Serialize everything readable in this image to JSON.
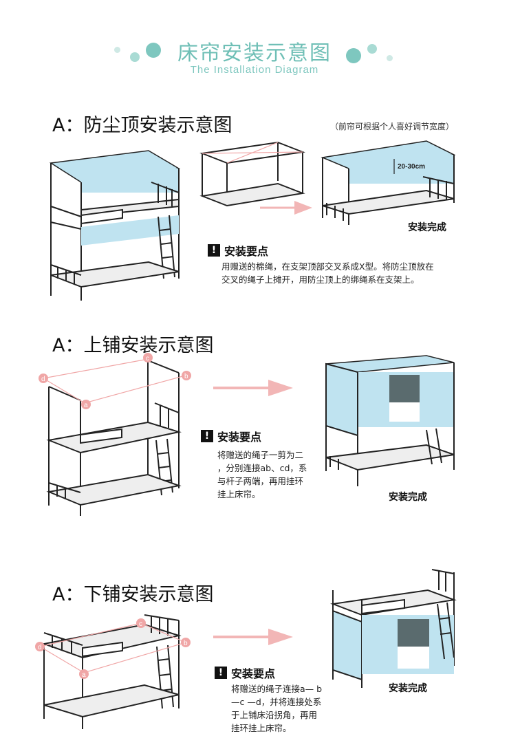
{
  "header": {
    "title": "床帘安装示意图",
    "subtitle": "The Installation Diagram",
    "dot_color_dark": "#7ec7bf",
    "dot_color_light": "#cfe9e5"
  },
  "colors": {
    "curtain": "#bfe3f0",
    "panel": "#5a6b6e",
    "arrow": "#f2b6b6",
    "guide_line": "#f0a6a6",
    "frame": "#222222"
  },
  "section1": {
    "title": "A：防尘顶安装示意图",
    "note": "（前帘可根据个人喜好调节宽度）",
    "measure": "20-30cm",
    "done": "安装完成",
    "tips_title": "安装要点",
    "tips_body": "用赠送的棉绳，在支架顶部交叉系成X型。将防尘顶放在\n交叉的绳子上摊开，用防尘顶上的绑绳系在支架上。"
  },
  "section2": {
    "title": "A：上铺安装示意图",
    "labels": [
      "d",
      "c",
      "b",
      "a"
    ],
    "done": "安装完成",
    "tips_title": "安装要点",
    "tips_body": "将赠送的绳子一剪为二\n，分别连接ab、cd，系\n与杆子两端，再用挂环\n挂上床帘。"
  },
  "section3": {
    "title": "A：下铺安装示意图",
    "labels": [
      "c",
      "d",
      "b",
      "a"
    ],
    "done": "安装完成",
    "tips_title": "安装要点",
    "tips_body": "将赠送的绳子连接a— b\n—c —d，并将连接处系\n于上铺床沿拐角，再用\n挂环挂上床帘。"
  }
}
